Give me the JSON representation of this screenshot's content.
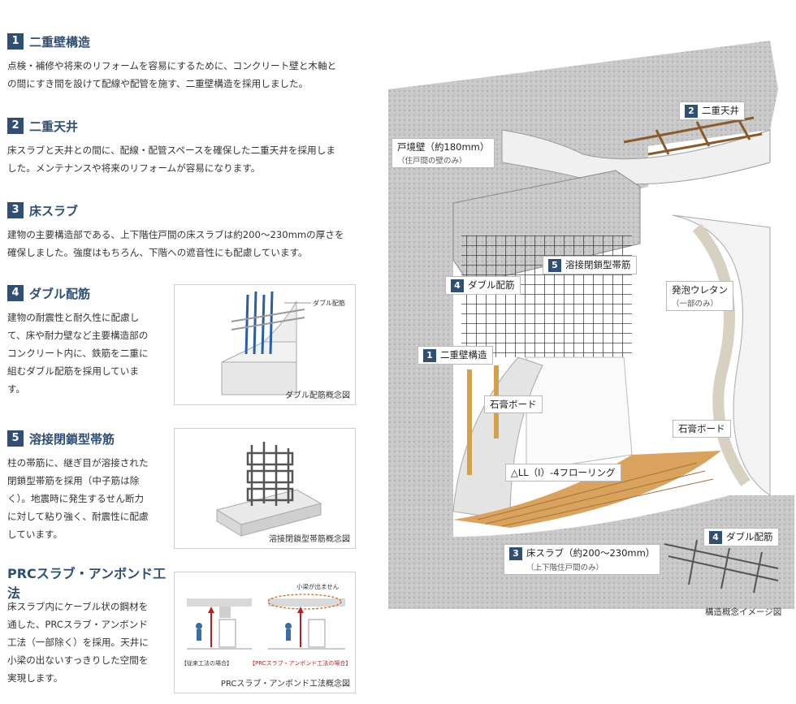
{
  "sections": [
    {
      "num": "1",
      "title": "二重壁構造",
      "body": [
        "点検・補修や将来のリフォームを容易にするために、コンクリート壁と木軸と",
        "の間にすき間を設けて配線や配管を施す、二重壁構造を採用しました。"
      ]
    },
    {
      "num": "2",
      "title": "二重天井",
      "body": [
        "床スラブと天井との間に、配線・配管スペースを確保した二重天井を採用しま",
        "した。メンテナンスや将来のリフォームが容易になります。"
      ]
    },
    {
      "num": "3",
      "title": "床スラブ",
      "body": [
        "建物の主要構造部である、上下階住戸間の床スラブは約200〜230mmの厚さを",
        "確保しました。強度はもちろん、下階への遮音性にも配慮しています。"
      ]
    },
    {
      "num": "4",
      "title": "ダブル配筋",
      "body": [
        "建物の耐震性と耐久性に配慮し",
        "て、床や耐力壁など主要構造部の",
        "コンクリート内に、鉄筋を二重に",
        "組むダブル配筋を採用していま",
        "す。"
      ]
    },
    {
      "num": "5",
      "title": "溶接閉鎖型帯筋",
      "body": [
        "柱の帯筋に、継ぎ目が溶接された",
        "閉鎖型帯筋を採用（中子筋は除",
        "く）。地震時に発生するせん断力",
        "に対して粘り強く、耐震性に配慮",
        "しています。"
      ]
    },
    {
      "num": "",
      "title": "PRCスラブ・アンボンド工法",
      "body": [
        "床スラブ内にケーブル状の鋼材を",
        "通した、PRCスラブ・アンボンド",
        "工法（一部除く）を採用。天井に",
        "小梁の出ないすっきりした空間を",
        "実現します。"
      ]
    }
  ],
  "thumbs": {
    "double": {
      "caption": "ダブル配筋概念図",
      "label": "ダブル配筋"
    },
    "hoop": {
      "caption": "溶接閉鎖型帯筋概念図"
    },
    "prc": {
      "caption": "PRCスラブ・アンボンド工法概念図",
      "note": "小梁が出ません",
      "left": "【従来工法の場合】",
      "right": "【PRCスラブ・アンボンド工法の場合】"
    }
  },
  "diagram": {
    "caption": "構造概念イメージ図",
    "tags": {
      "t2": {
        "num": "2",
        "label": "二重天井"
      },
      "wall": {
        "label": "戸境壁（約180mm）",
        "sub": "（住戸間の壁のみ）"
      },
      "t5": {
        "num": "5",
        "label": "溶接閉鎖型帯筋"
      },
      "t4a": {
        "num": "4",
        "label": "ダブル配筋"
      },
      "urethane": {
        "label": "発泡ウレタン",
        "sub": "（一部のみ）"
      },
      "t1": {
        "num": "1",
        "label": "二重壁構造"
      },
      "gypsum1": {
        "label": "石膏ボード"
      },
      "gypsum2": {
        "label": "石膏ボード"
      },
      "floor": {
        "label": "△LL（Ⅰ）-4フローリング"
      },
      "t3": {
        "num": "3",
        "label": "床スラブ（約200〜230mm）",
        "sub": "（上下階住戸間のみ）"
      },
      "t4b": {
        "num": "4",
        "label": "ダブル配筋"
      }
    }
  },
  "colors": {
    "accent": "#2f4f73",
    "accent_red": "#b22222"
  }
}
